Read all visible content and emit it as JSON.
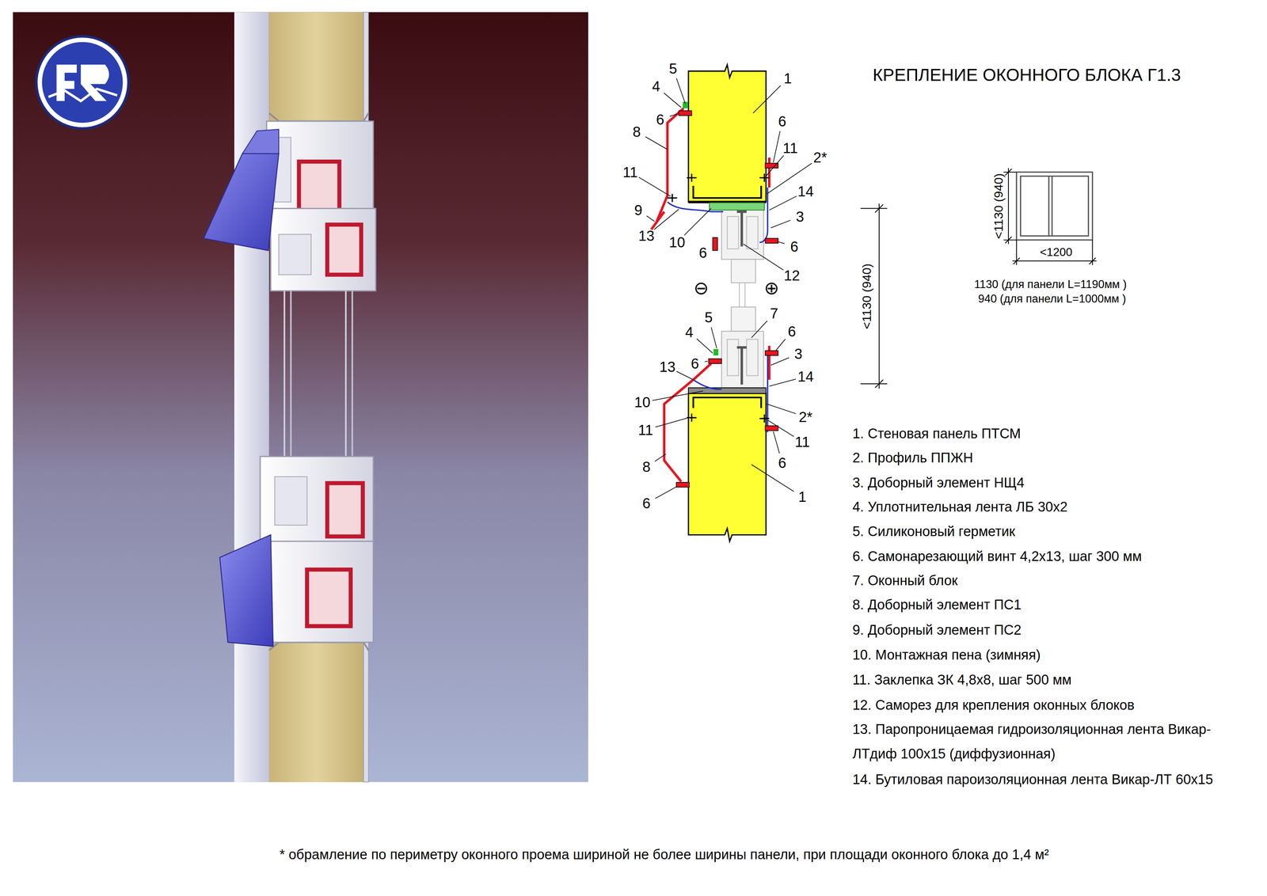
{
  "diagram": {
    "title": "КРЕПЛЕНИЕ ОКОННОГО БЛОКА Г1.3",
    "caption": "* обрамление по периметру оконного проема шириной не более ширины панели, при площади оконного блока до 1,4 м²",
    "labels": [
      "5",
      "4",
      "6",
      "8",
      "11",
      "9",
      "13",
      "10",
      "6",
      "1",
      "6",
      "11",
      "2*",
      "14",
      "3",
      "6",
      "12",
      "⊖",
      "⊕",
      "5",
      "7",
      "4",
      "6",
      "3",
      "6",
      "13",
      "14",
      "10",
      "2*",
      "11",
      "11",
      "6",
      "8",
      "6",
      "1",
      "<1130 (940)",
      "<1130 (940)",
      "<1200",
      "1130 (для панели L=1190мм )",
      "940 (для панели L=1000мм )",
      "1. Стеновая панель ПТСМ",
      "2. Профиль ППЖН",
      "3. Доборный элемент НЩ4",
      "4. Уплотнительная лента ЛБ 30x2",
      "5. Силиконовый герметик",
      "6. Самонарезающий винт 4,2x13, шаг 300 мм",
      "7. Оконный блок",
      "8. Доборный элемент ПС1",
      "9. Доборный элемент ПС2",
      "10. Монтажная пена (зимняя)",
      "11. Заклепка ЗК 4,8x8, шаг 500 мм",
      "12. Саморез для крепления оконных блоков",
      "13. Паропроницаемая гидроизоляционная лента Викар- ЛТдиф 100x15 (диффузионная)",
      "14. Бутиловая пароизоляционная лента Викар-ЛТ 60x15"
    ]
  }
}
